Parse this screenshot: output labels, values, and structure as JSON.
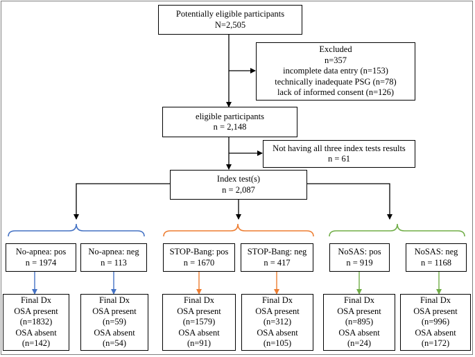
{
  "top": {
    "title": "Potentially eligible participants",
    "count": "N=2,505"
  },
  "excluded": {
    "title": "Excluded",
    "lines": [
      "n=357",
      "incomplete data entry (n=153)",
      "technically inadequate PSG (n=78)",
      "lack of informed consent (n=126)"
    ]
  },
  "eligible": {
    "title": "eligible participants",
    "count": "n = 2,148"
  },
  "not_having": {
    "title": "Not having all three index tests results",
    "count": "n = 61"
  },
  "index": {
    "title": "Index test(s)",
    "count": "n = 2,087"
  },
  "groups": [
    {
      "color": "#4472c4",
      "tests": [
        {
          "label": "No-apnea: pos",
          "n": "n = 1974",
          "dx": {
            "title": "Final Dx",
            "present": "OSA present",
            "present_n": "(n=1832)",
            "absent": "OSA absent",
            "absent_n": "(n=142)"
          }
        },
        {
          "label": "No-apnea: neg",
          "n": "n = 113",
          "dx": {
            "title": "Final Dx",
            "present": "OSA present",
            "present_n": "(n=59)",
            "absent": "OSA absent",
            "absent_n": "(n=54)"
          }
        }
      ]
    },
    {
      "color": "#ed7d31",
      "tests": [
        {
          "label": "STOP-Bang: pos",
          "n": "n = 1670",
          "dx": {
            "title": "Final Dx",
            "present": "OSA present",
            "present_n": "(n=1579)",
            "absent": "OSA absent",
            "absent_n": "(n=91)"
          }
        },
        {
          "label": "STOP-Bang: neg",
          "n": "n = 417",
          "dx": {
            "title": "Final Dx",
            "present": "OSA present",
            "present_n": "(n=312)",
            "absent": "OSA absent",
            "absent_n": "(n=105)"
          }
        }
      ]
    },
    {
      "color": "#70ad47",
      "tests": [
        {
          "label": "NoSAS: pos",
          "n": "n = 919",
          "dx": {
            "title": "Final Dx",
            "present": "OSA present",
            "present_n": "(n=895)",
            "absent": "OSA absent",
            "absent_n": "(n=24)"
          }
        },
        {
          "label": "NoSAS: neg",
          "n": "n = 1168",
          "dx": {
            "title": "Final Dx",
            "present": "OSA present",
            "present_n": "(n=996)",
            "absent": "OSA absent",
            "absent_n": "(n=172)"
          }
        }
      ]
    }
  ]
}
